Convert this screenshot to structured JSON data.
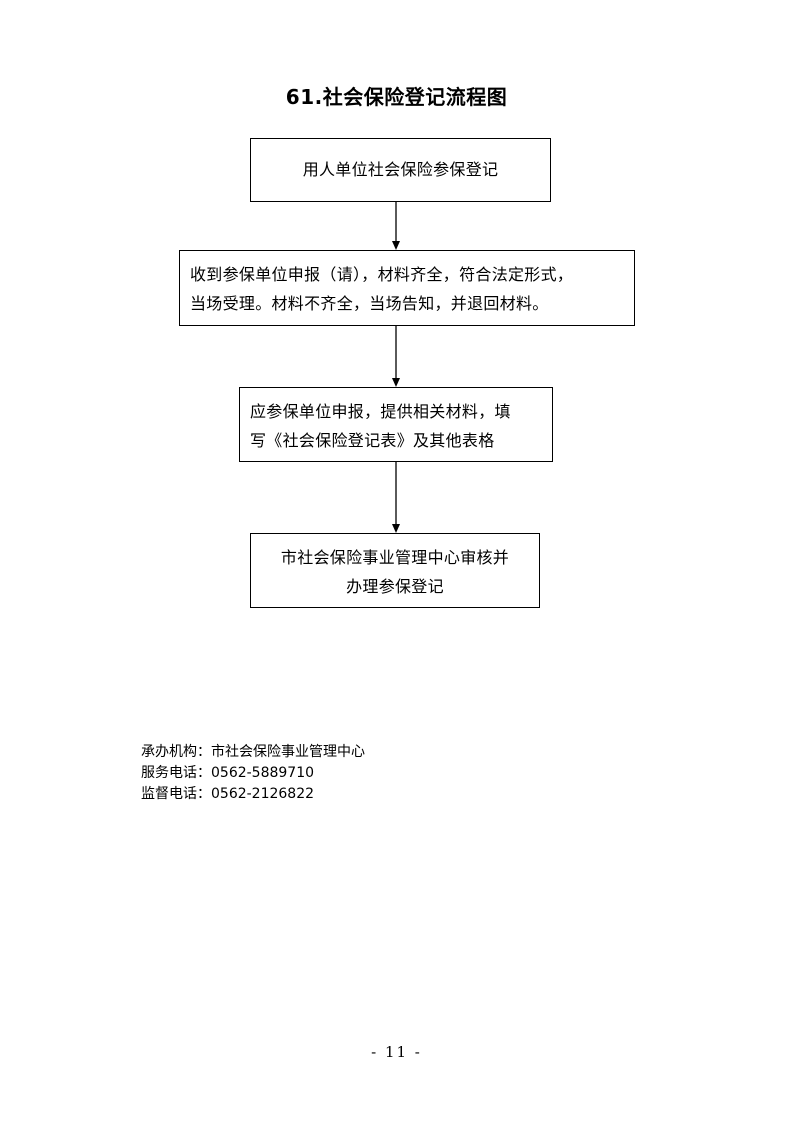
{
  "title": "61.社会保险登记流程图",
  "steps": [
    {
      "lines": [
        "用人单位社会保险参保登记"
      ]
    },
    {
      "lines": [
        "收到参保单位申报（请），材料齐全，符合法定形式，",
        "当场受理。材料不齐全，当场告知，并退回材料。"
      ]
    },
    {
      "lines": [
        "应参保单位申报，提供相关材料，填",
        "写《社会保险登记表》及其他表格"
      ]
    },
    {
      "lines": [
        "市社会保险事业管理中心审核并",
        "办理参保登记"
      ]
    }
  ],
  "contact": {
    "agency": "承办机构：市社会保险事业管理中心",
    "service_phone": "服务电话：0562-5889710",
    "supervision_phone": "监督电话：0562-2126822"
  },
  "page_number": "- 11 -"
}
